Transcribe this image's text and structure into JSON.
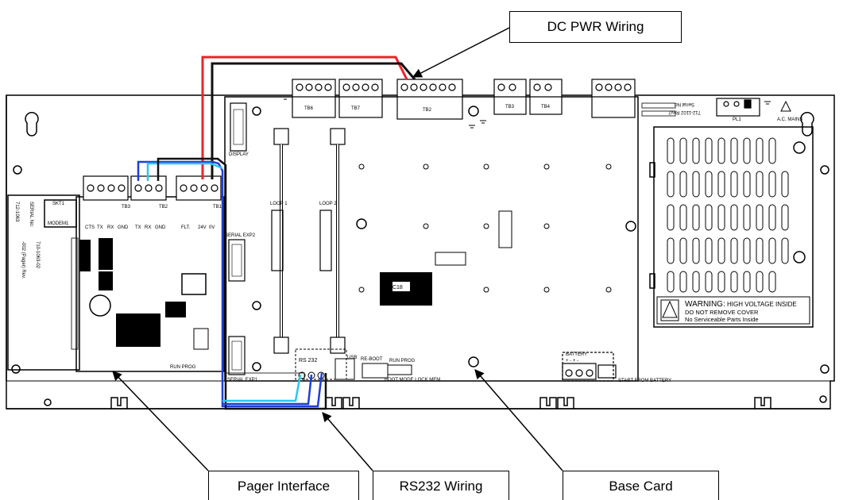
{
  "callouts": {
    "dc_pwr": "DC PWR Wiring",
    "pager": "Pager Interface",
    "rs232": "RS232 Wiring",
    "base_card": "Base Card"
  },
  "board_labels": {
    "display": "DISPLAY",
    "serial_exp2": "SERIAL EXP2",
    "serial_exp1": "SERIAL EXP1",
    "loop1": "LOOP 1",
    "loop2": "LOOP 2",
    "ic18": "IC18",
    "rs232": "RS 232",
    "usb": "USB",
    "reboot": "RE-BOOT",
    "runprog": "RUN PROG",
    "bootmode": "BOOT MODE LOCK MEM",
    "battery": "BATTERY",
    "battery_pol": "+ -   + -",
    "start_from_battery": "START FROM BATTERY",
    "serial_no": "Serial No:",
    "pcb_code": "712-1102 Rev2",
    "pl1": "PL1",
    "ac_mains": "A.C. MAINS",
    "tb6": "TB6",
    "tb7": "TB7",
    "tb2": "TB2",
    "tb3": "TB3",
    "tb4": "TB4",
    "warning_head": "WARNING:",
    "warning_rest": " HIGH VOLTAGE INSIDE",
    "warning_l2": "DO NOT REMOVE COVER",
    "warning_l3": "No Serviceable Parts Inside"
  },
  "pager_labels": {
    "serial_no": "SERIAL No:",
    "modem": "MODEM1",
    "skt": "SKT1",
    "code": "712-1063",
    "rev": "710-1063-02",
    "rev_line": "-002 (Pager) Rev.",
    "tb3": "TB3",
    "tb2": "TB2",
    "tb1": "TB1",
    "cts": "CTS",
    "tx": "TX",
    "rx": "RX",
    "gnd": "GND",
    "flt": "FLT.",
    "v24": "24V",
    "v0": "0V",
    "run_prog": "RUN PROG"
  },
  "colors": {
    "red_wire": "#e8252a",
    "black_wire": "#111111",
    "blue_wire": "#1f3fd6",
    "cyan_wire": "#29c8e8"
  }
}
